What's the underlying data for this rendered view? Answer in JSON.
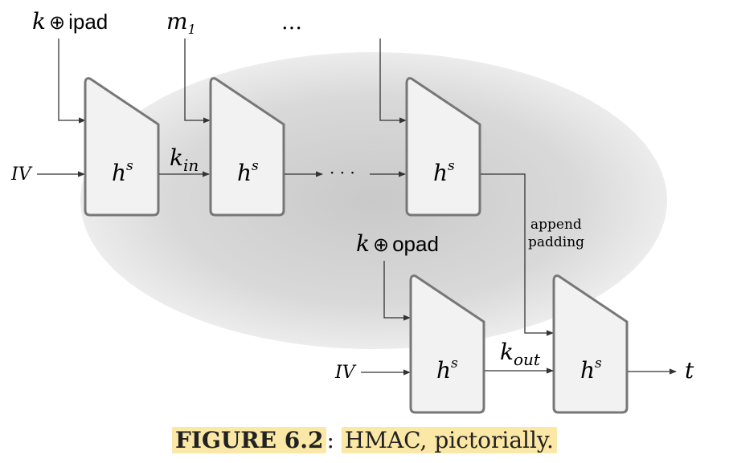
{
  "inputs": {
    "k_ipad": {
      "k": "k",
      "op": "⊕",
      "pad": "ipad"
    },
    "m1": {
      "base": "m",
      "sub": "1"
    },
    "dots_top": "…",
    "iv_top": "IV",
    "iv_bottom": "IV",
    "k_opad": {
      "k": "k",
      "op": "⊕",
      "pad": "opad"
    }
  },
  "blocks": {
    "base": "h",
    "sup": "s"
  },
  "edges": {
    "k_in": {
      "base": "k",
      "sub": "in"
    },
    "dots_mid": "· · ·",
    "append_line1": "append",
    "append_line2": "padding",
    "k_out": {
      "base": "k",
      "sub": "out"
    },
    "output": "t"
  },
  "caption": {
    "label": "FIGURE 6.2",
    "sep": ":",
    "text": "HMAC, pictorially."
  }
}
